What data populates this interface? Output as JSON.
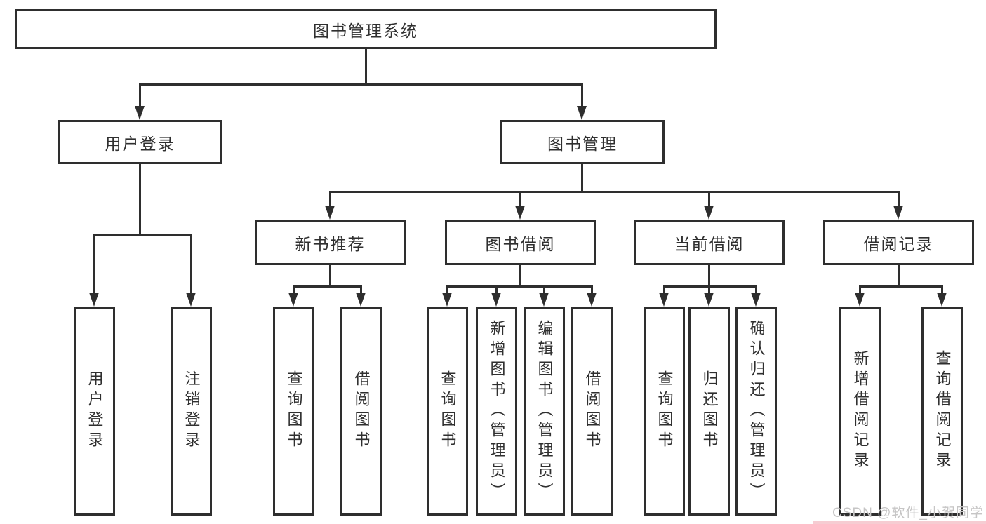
{
  "diagram": {
    "root": {
      "label": "图书管理系统"
    },
    "level2": [
      {
        "label": "用户登录"
      },
      {
        "label": "图书管理"
      }
    ],
    "level3": [
      {
        "label": "新书推荐"
      },
      {
        "label": "图书借阅"
      },
      {
        "label": "当前借阅"
      },
      {
        "label": "借阅记录"
      }
    ],
    "leaves": [
      {
        "label": "用户登录"
      },
      {
        "label": "注销登录"
      },
      {
        "label": "查询图书"
      },
      {
        "label": "借阅图书"
      },
      {
        "label": "查询图书"
      },
      {
        "label": "新增图书（管理员）"
      },
      {
        "label": "编辑图书（管理员）"
      },
      {
        "label": "借阅图书"
      },
      {
        "label": "查询图书"
      },
      {
        "label": "归还图书"
      },
      {
        "label": "确认归还（管理员）"
      },
      {
        "label": "新增借阅记录"
      },
      {
        "label": "查询借阅记录"
      }
    ]
  },
  "watermark": {
    "text": "CSDN @软件_小贺同学"
  },
  "colors": {
    "line": "#2e2e2e",
    "box_background": "#ffffff",
    "watermark_text": "#c6c5c5",
    "watermark_bar": "#f6ccd2"
  }
}
